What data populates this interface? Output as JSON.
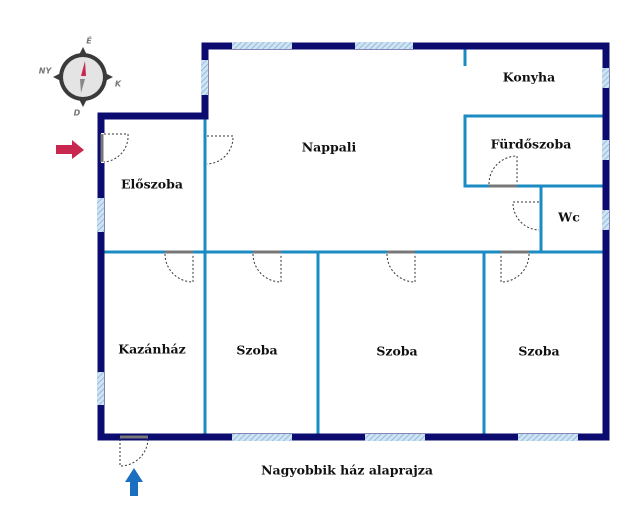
{
  "title": "Nagyobbik ház alaprajza",
  "compass": {
    "north": "É",
    "east": "K",
    "south": "D",
    "west": "NY"
  },
  "rooms": {
    "konyha": "Konyha",
    "nappali": "Nappali",
    "furdoszoba": "Fürdőszoba",
    "eloszoba": "Előszoba",
    "wc": "Wc",
    "kazanhaz": "Kazánház",
    "szoba1": "Szoba",
    "szoba2": "Szoba",
    "szoba3": "Szoba"
  },
  "colors": {
    "outer_wall": "#0b0b70",
    "inner_wall": "#1b8bc3",
    "window": "#a8cbe8",
    "entry_arrow": "#c8284f",
    "side_arrow": "#1a6fc0"
  }
}
